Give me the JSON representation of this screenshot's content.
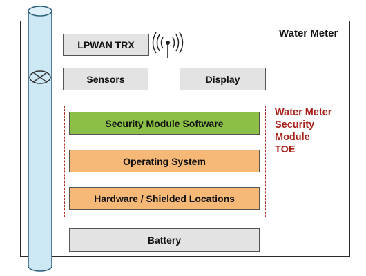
{
  "device": {
    "title": "Water Meter",
    "toe_label_lines": [
      "Water Meter",
      "Security",
      "Module",
      "TOE"
    ]
  },
  "components": {
    "lpwan": "LPWAN TRX",
    "sensors": "Sensors",
    "display": "Display",
    "security_software": "Security Module Software",
    "os": "Operating System",
    "hardware": "Hardware / Shielded Locations",
    "battery": "Battery"
  },
  "colors": {
    "green": "#8bbf45",
    "orange": "#f5b877",
    "gray": "#e3e3e3",
    "toe_accent": "#a8231c",
    "pipe": "#cce8f4"
  },
  "icons": {
    "antenna": "antenna-signal-icon",
    "valve": "valve-icon"
  }
}
